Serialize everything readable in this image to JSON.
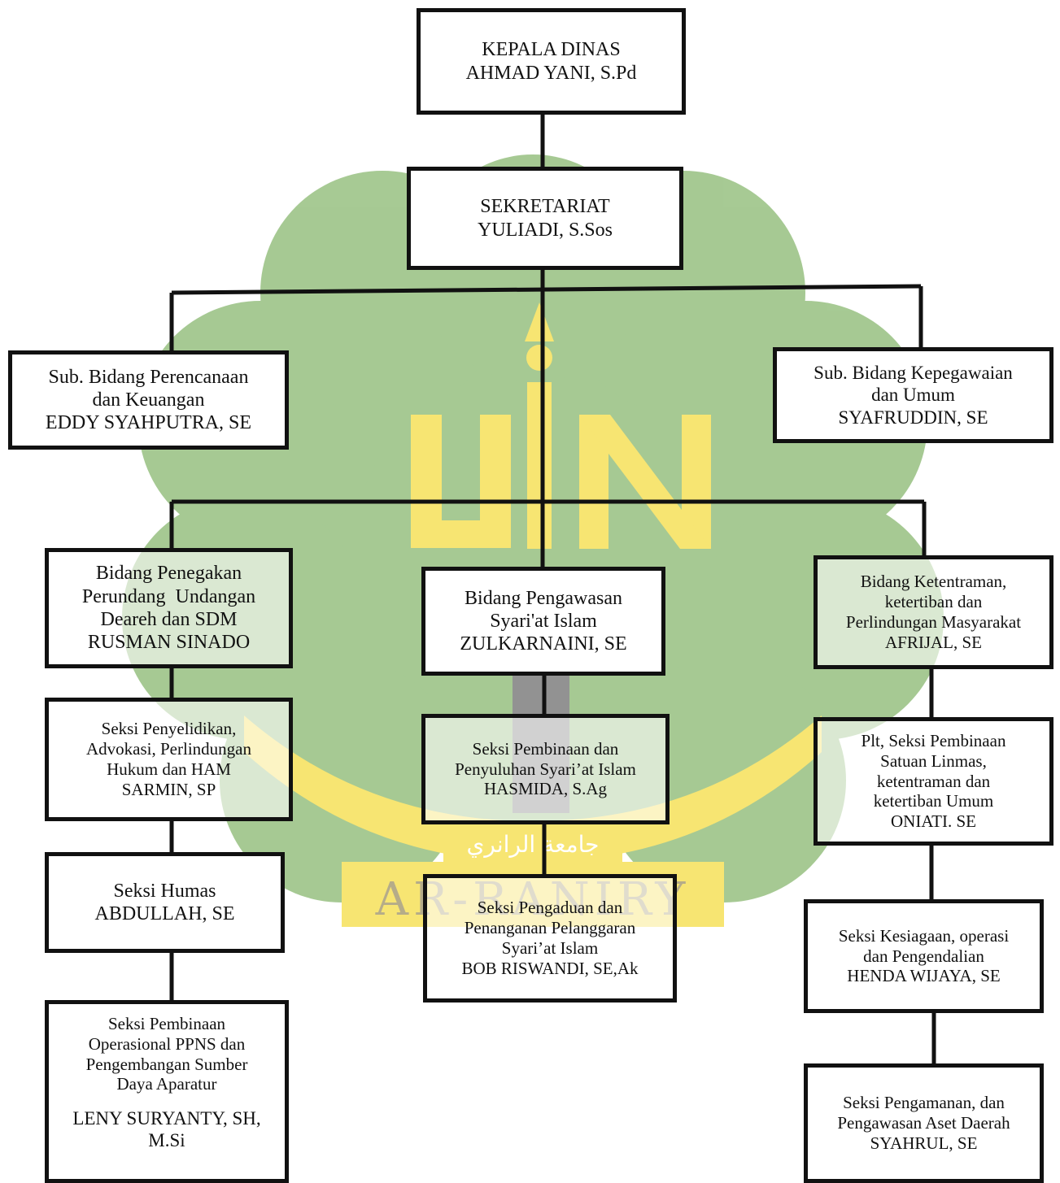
{
  "palette": {
    "line": "#111111",
    "watermark_green": "#5e9e3c",
    "watermark_gold": "#f2d000"
  },
  "icons": {
    "watermark": "uin-ar-raniry-logo-watermark"
  },
  "watermark": {
    "main_text": "UIN",
    "arabic_text": "جامعة الرانري",
    "band_text": "AR-RANIRY"
  },
  "chart": {
    "kepala": {
      "title": "KEPALA DINAS",
      "name": "AHMAD YANI, S.Pd"
    },
    "sekretariat": {
      "title": "SEKRETARIAT",
      "name": "YULIADI, S.Sos"
    },
    "sub_perencanaan": {
      "title_1": "Sub. Bidang Perencanaan",
      "title_2": "dan Keuangan",
      "name": "EDDY SYAHPUTRA, SE"
    },
    "sub_kepegawaian": {
      "title_1": "Sub. Bidang Kepegawaian",
      "title_2": "dan Umum",
      "name": "SYAFRUDDIN, SE"
    },
    "bidang_penegakan": {
      "title_1": "Bidang Penegakan",
      "title_2": "Perundang  Undangan",
      "title_3": "Deareh dan SDM",
      "name": "RUSMAN SINADO"
    },
    "bidang_pengawasan": {
      "title_1": "Bidang Pengawasan",
      "title_2": "Syari'at Islam",
      "name": "ZULKARNAINI, SE"
    },
    "bidang_ketentraman": {
      "title_1": "Bidang Ketentraman,",
      "title_2": "ketertiban dan",
      "title_3": "Perlindungan Masyarakat",
      "name": "AFRIJAL, SE"
    },
    "seksi_penyelidikan": {
      "title_1": "Seksi Penyelidikan,",
      "title_2": "Advokasi, Perlindungan",
      "title_3": "Hukum dan HAM",
      "name": "SARMIN, SP"
    },
    "seksi_humas": {
      "title": "Seksi Humas",
      "name": "ABDULLAH, SE"
    },
    "seksi_ppns": {
      "title_1": "Seksi Pembinaan",
      "title_2": "Operasional PPNS dan",
      "title_3": "Pengembangan Sumber",
      "title_4": "Daya Aparatur",
      "name_1": "LENY SURYANTY, SH,",
      "name_2": "M.Si"
    },
    "seksi_penyuluhan": {
      "title_1": "Seksi Pembinaan dan",
      "title_2": "Penyuluhan Syari’at Islam",
      "name": "HASMIDA, S.Ag"
    },
    "seksi_pengaduan": {
      "title_1": "Seksi Pengaduan dan",
      "title_2": "Penanganan Pelanggaran",
      "title_3": "Syari’at Islam",
      "name": "BOB RISWANDI, SE,Ak"
    },
    "seksi_linmas": {
      "title_1": "Plt, Seksi Pembinaan",
      "title_2": "Satuan Linmas,",
      "title_3": "ketentraman dan",
      "title_4": "ketertiban Umum",
      "name": "ONIATI. SE"
    },
    "seksi_kesiagaan": {
      "title_1": "Seksi Kesiagaan, operasi",
      "title_2": "dan Pengendalian",
      "name": "HENDA WIJAYA, SE"
    },
    "seksi_pengamanan": {
      "title_1": "Seksi Pengamanan, dan",
      "title_2": "Pengawasan Aset Daerah",
      "name": "SYAHRUL, SE"
    }
  }
}
